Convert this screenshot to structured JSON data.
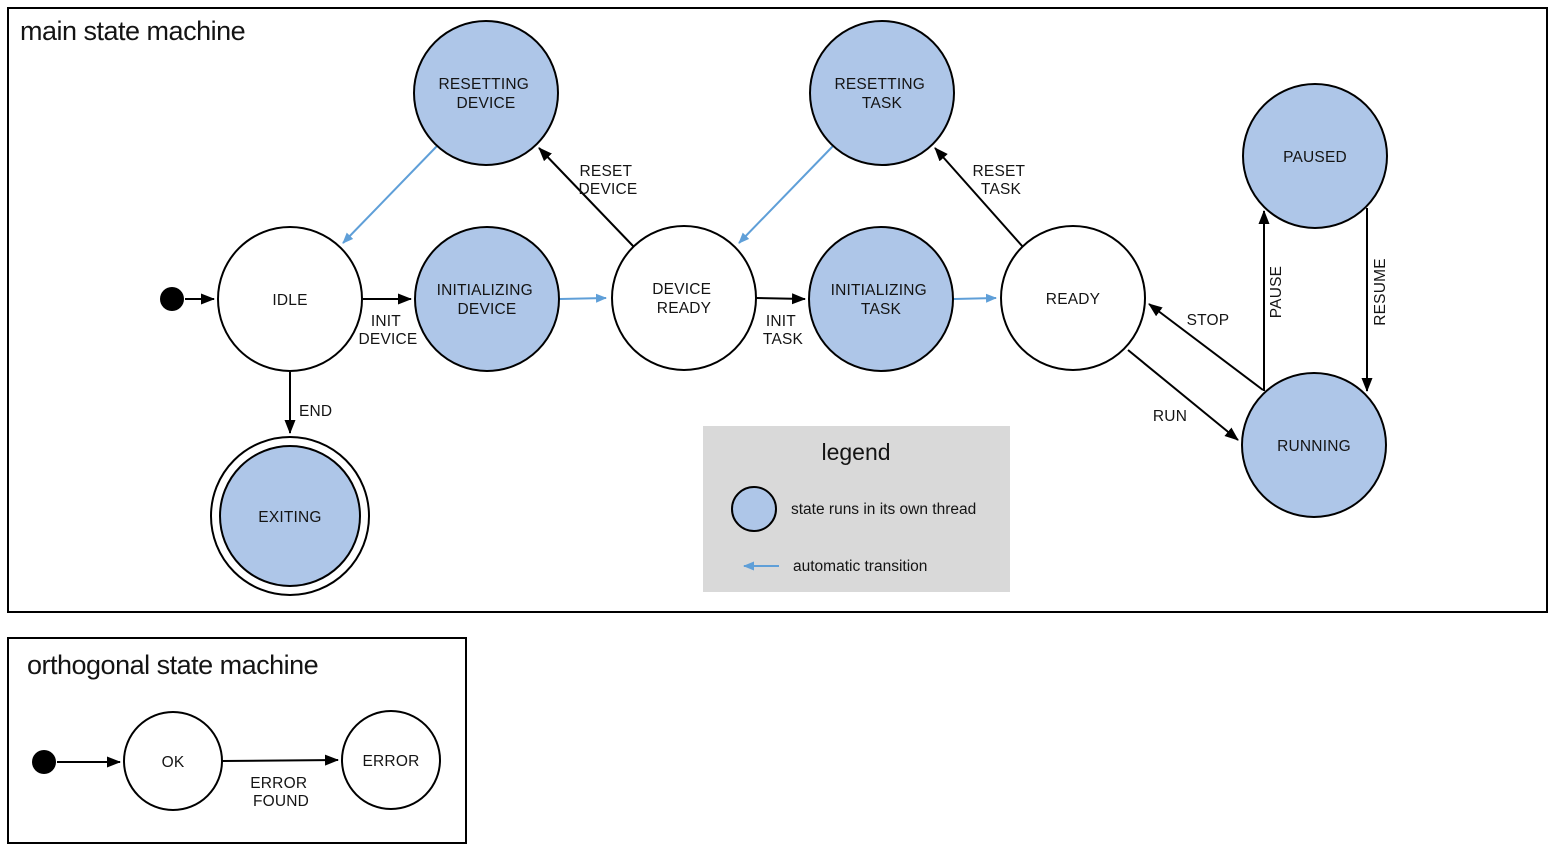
{
  "colors": {
    "thread_fill": "#aec6e8",
    "auto_transition": "#5f9fd8",
    "legend_bg": "#d9d9d9",
    "line": "#000000"
  },
  "main": {
    "title": "main state machine",
    "states": {
      "idle": {
        "lines": [
          "IDLE"
        ],
        "threaded": false
      },
      "initializing_device": {
        "lines": [
          "INITIALIZING",
          "DEVICE"
        ],
        "threaded": true
      },
      "device_ready": {
        "lines": [
          "DEVICE",
          "READY"
        ],
        "threaded": false
      },
      "initializing_task": {
        "lines": [
          "INITIALIZING",
          "TASK"
        ],
        "threaded": true
      },
      "ready": {
        "lines": [
          "READY"
        ],
        "threaded": false
      },
      "resetting_device": {
        "lines": [
          "RESETTING",
          "DEVICE"
        ],
        "threaded": true
      },
      "resetting_task": {
        "lines": [
          "RESETTING",
          "TASK"
        ],
        "threaded": true
      },
      "paused": {
        "lines": [
          "PAUSED"
        ],
        "threaded": true
      },
      "running": {
        "lines": [
          "RUNNING"
        ],
        "threaded": true
      },
      "exiting": {
        "lines": [
          "EXITING"
        ],
        "threaded": true,
        "final": true
      }
    },
    "transitions": {
      "init_device": {
        "lines": [
          "INIT",
          "DEVICE"
        ]
      },
      "reset_device": {
        "lines": [
          "RESET",
          "DEVICE"
        ]
      },
      "init_task": {
        "lines": [
          "INIT",
          "TASK"
        ]
      },
      "reset_task": {
        "lines": [
          "RESET",
          "TASK"
        ]
      },
      "run": {
        "lines": [
          "RUN"
        ]
      },
      "stop": {
        "lines": [
          "STOP"
        ]
      },
      "pause": {
        "lines": [
          "PAUSE"
        ]
      },
      "resume": {
        "lines": [
          "RESUME"
        ]
      },
      "end": {
        "lines": [
          "END"
        ]
      }
    }
  },
  "legend": {
    "title": "legend",
    "items": [
      {
        "symbol": "threaded-state-circle",
        "label": "state runs in its own thread"
      },
      {
        "symbol": "automatic-transition-arrow",
        "label": "automatic transition"
      }
    ]
  },
  "orthogonal": {
    "title": "orthogonal state machine",
    "states": {
      "ok": {
        "lines": [
          "OK"
        ]
      },
      "error": {
        "lines": [
          "ERROR"
        ]
      }
    },
    "transitions": {
      "error_found": {
        "lines": [
          "ERROR",
          "FOUND"
        ]
      }
    }
  }
}
